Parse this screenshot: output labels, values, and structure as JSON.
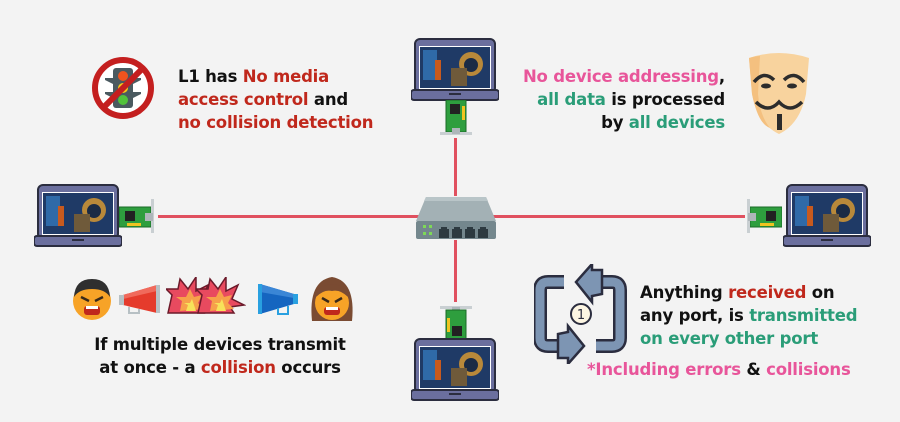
{
  "colors": {
    "background": "#f3f3f3",
    "wire": "#e0505f",
    "text_dark": "#111111",
    "text_red": "#c0281c",
    "text_pink": "#e8559a",
    "text_green": "#2a9d78",
    "hub": "#8a9ca2",
    "laptop_frame": "#6b6f9e",
    "nic_board": "#2e9e3e"
  },
  "devices": [
    {
      "position": "top",
      "label": "laptop"
    },
    {
      "position": "left",
      "label": "laptop"
    },
    {
      "position": "right",
      "label": "laptop"
    },
    {
      "position": "bottom",
      "label": "laptop"
    }
  ],
  "hub": {
    "ports": 4,
    "status_leds": 4
  },
  "callouts": {
    "top_left": {
      "icon": "no-traffic-light-icon",
      "lines": [
        [
          {
            "text": "L1 has ",
            "tone": "blk"
          },
          {
            "text": "No media",
            "tone": "red"
          }
        ],
        [
          {
            "text": "access control",
            "tone": "red"
          },
          {
            "text": " and",
            "tone": "blk"
          }
        ],
        [
          {
            "text": "no collision detection",
            "tone": "red"
          }
        ]
      ]
    },
    "top_right": {
      "icon": "anonymous-mask-icon",
      "lines": [
        [
          {
            "text": "No device addressing",
            "tone": "pink"
          },
          {
            "text": ",",
            "tone": "blk"
          }
        ],
        [
          {
            "text": "all data",
            "tone": "green"
          },
          {
            "text": " is processed",
            "tone": "blk"
          }
        ],
        [
          {
            "text": "by ",
            "tone": "blk"
          },
          {
            "text": "all devices",
            "tone": "green"
          }
        ]
      ]
    },
    "bottom_left": {
      "icons": [
        "angry-man-icon",
        "red-megaphone-icon",
        "explosion-icon",
        "explosion-icon",
        "blue-megaphone-icon",
        "angry-woman-icon"
      ],
      "lines": [
        [
          {
            "text": "If multiple devices transmit",
            "tone": "blk"
          }
        ],
        [
          {
            "text": "at once - a ",
            "tone": "blk"
          },
          {
            "text": "collision",
            "tone": "red"
          },
          {
            "text": " occurs",
            "tone": "blk"
          }
        ]
      ]
    },
    "bottom_right": {
      "icon": "repeat-once-icon",
      "icon_badge": "1",
      "lines": [
        [
          {
            "text": "Anything ",
            "tone": "blk"
          },
          {
            "text": "received",
            "tone": "red"
          },
          {
            "text": " on",
            "tone": "blk"
          }
        ],
        [
          {
            "text": "any port, is ",
            "tone": "blk"
          },
          {
            "text": "transmitted",
            "tone": "green"
          }
        ],
        [
          {
            "text": "on every other port",
            "tone": "green"
          }
        ]
      ],
      "footnote": [
        {
          "text": "*Including errors ",
          "tone": "pink"
        },
        {
          "text": "&",
          "tone": "blk"
        },
        {
          "text": " collisions",
          "tone": "pink"
        }
      ]
    }
  }
}
